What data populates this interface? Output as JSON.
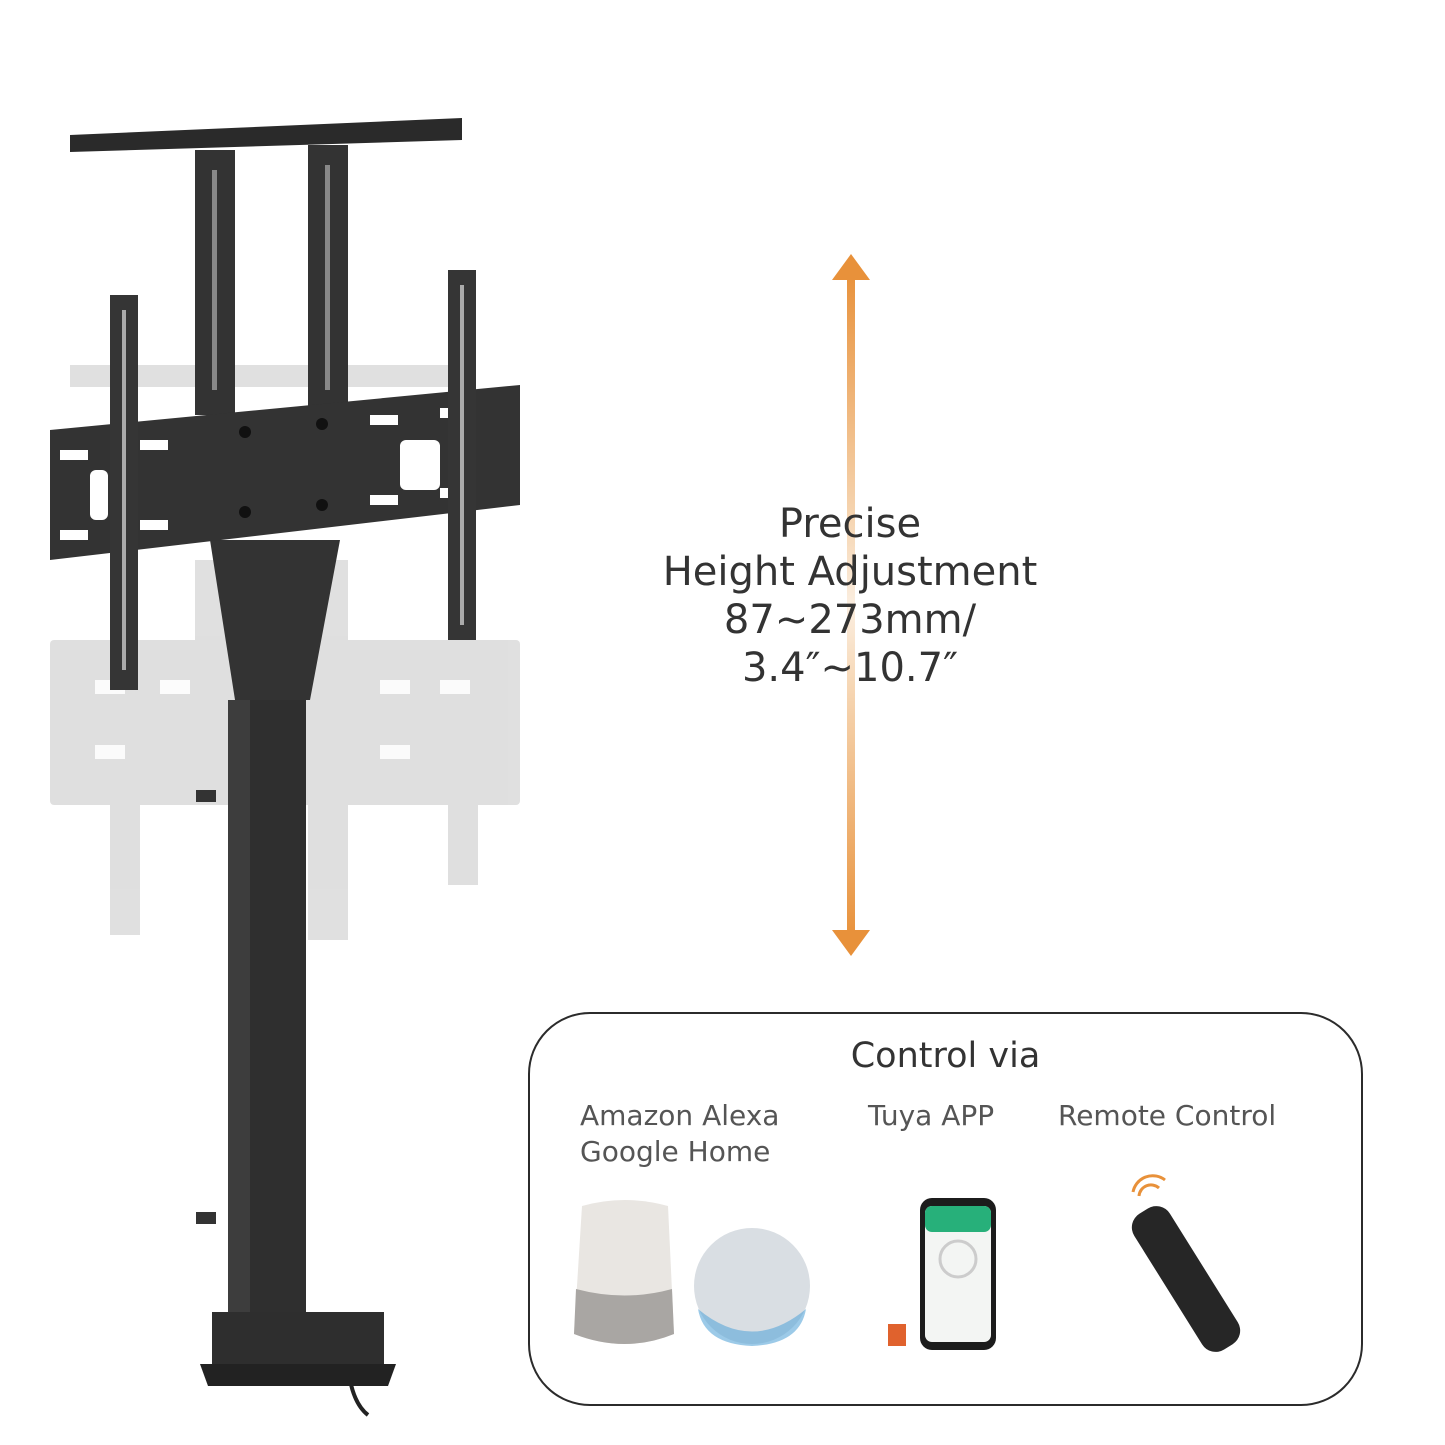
{
  "headline": {
    "line1": "Precise",
    "line2": "Height Adjustment",
    "line3": "87~273mm/",
    "line4": "3.4″~10.7″"
  },
  "control": {
    "title": "Control via",
    "options": [
      {
        "line1": "Amazon Alexa",
        "line2": "Google Home",
        "icon": "smart-speakers-icon"
      },
      {
        "line1": "Tuya APP",
        "icon": "smartphone-app-icon"
      },
      {
        "line1": "Remote Control",
        "icon": "remote-control-icon"
      }
    ]
  },
  "colors": {
    "accent": "#e8913a",
    "text": "#333333",
    "metal": "#2e2e2e"
  }
}
